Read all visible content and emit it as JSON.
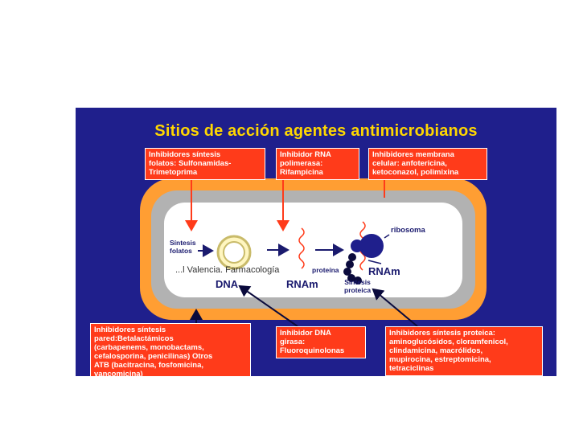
{
  "title": "Sitios de acción agentes antimicrobianos",
  "boxes": {
    "folatos": "Inhibidores síntesis\nfolatos: Sulfonamidas-\nTrimetoprima",
    "rna_pol": "Inhibidor RNA\npolimerasa:\nRifampicina",
    "membrana": "Inhibidores membrana\ncelular: anfotericina,\nketoconazol, polimixina",
    "pared": "Inhibidores síntesis\npared:Betalactámicos\n(carbapenems, monobactams,\ncefalosporina, penicilinas) Otros\nATB (bacitracina, fosfomicina,\nvancomicina)",
    "girasa": "Inhibidor DNA\ngirasa:\nFluoroquinolonas",
    "proteica": "Inhibidores síntesis proteica:\naminoglucósidos, cloramfenicol,\nclindamicina, macrólidos,\nmupirocina, estreptomicina,\ntetraciclinas"
  },
  "cell_labels": {
    "sintesis_folatos": "Síntesis\nfolatos",
    "dna": "DNA",
    "rnam_1": "RNAm",
    "ribosoma": "ribosoma",
    "proteina": "proteína",
    "rnam_2": "RNAm",
    "sintesis_proteica": "Síntesis\nproteica"
  },
  "footer": "...l Valencia. Farmacología",
  "colors": {
    "background": "#1f1f8c",
    "title": "#ffd700",
    "box": "#ff3b1a",
    "cell_wall": "#ff9e33",
    "membrane": "#b2b2b2",
    "arrow": "#ff3b1a",
    "dark": "#0a0a3c"
  }
}
